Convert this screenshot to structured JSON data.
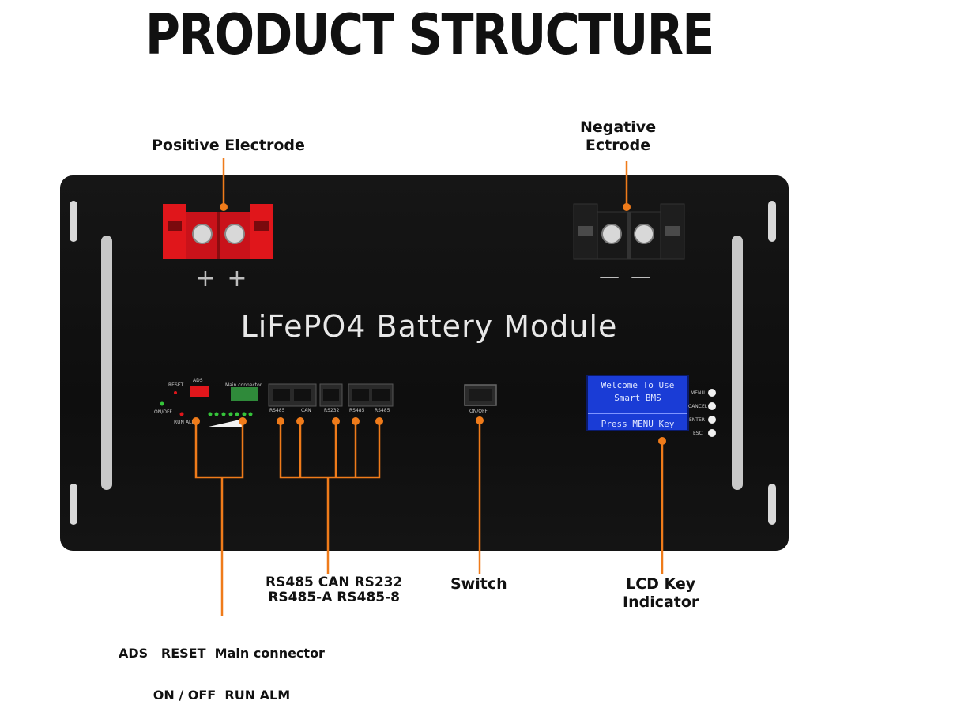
{
  "title": "PRODUCT STRUCTURE",
  "module_name": "LiFePO4 Battery Module",
  "callouts": {
    "positive": "Positive Electrode",
    "negative_line1": "Negative",
    "negative_line2": "Ectrode",
    "ports_line1": "RS485 CAN RS232",
    "ports_line2": "RS485-A RS485-8",
    "switch": "Switch",
    "lcd_line1": "LCD Key",
    "lcd_line2": "Indicator",
    "controls_line1": "ADS   RESET  Main connector",
    "controls_line2": "ON / OFF  RUN ALM"
  },
  "terminal_signs": {
    "positive": [
      "+",
      "+"
    ],
    "negative": [
      "—",
      "—"
    ]
  },
  "panel_labels": {
    "reset": "RESET",
    "ads": "ADS",
    "main_connector": "Main connector",
    "onoff": "ON/OFF",
    "run_alm": "RUN ALM",
    "ports": [
      "RS485",
      "CAN",
      "RS232",
      "RS485",
      "RS485"
    ],
    "switch": "ON/OFF",
    "keys": [
      "MENU",
      "CANCEL",
      "ENTER",
      "ESC"
    ]
  },
  "lcd": {
    "line1": "Welcome To Use",
    "line2": "Smart BMS",
    "line3": "Press MENU Key"
  },
  "colors": {
    "leader": "#ef7b1a",
    "positive_terminal": "#e0161b",
    "negative_terminal": "#161616",
    "panel": "#121212",
    "lcd": "#1a3cd6"
  }
}
